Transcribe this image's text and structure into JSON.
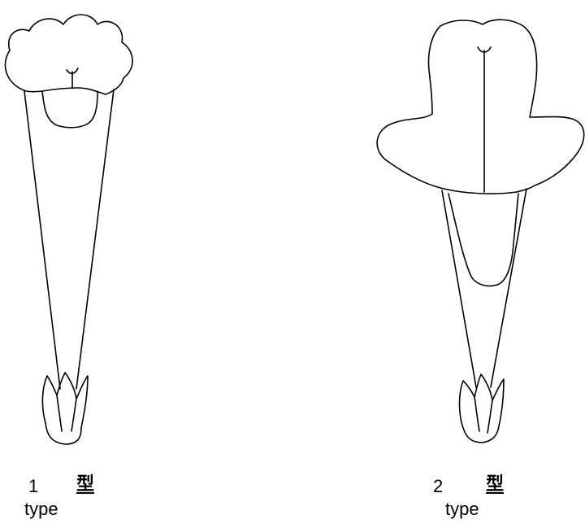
{
  "figures": [
    {
      "id": "type-1",
      "number": "1",
      "kanji": "型",
      "caption": "type"
    },
    {
      "id": "type-2",
      "number": "2",
      "kanji": "型",
      "caption": "type"
    }
  ],
  "colors": {
    "stroke": "#000000",
    "background": "#ffffff"
  }
}
